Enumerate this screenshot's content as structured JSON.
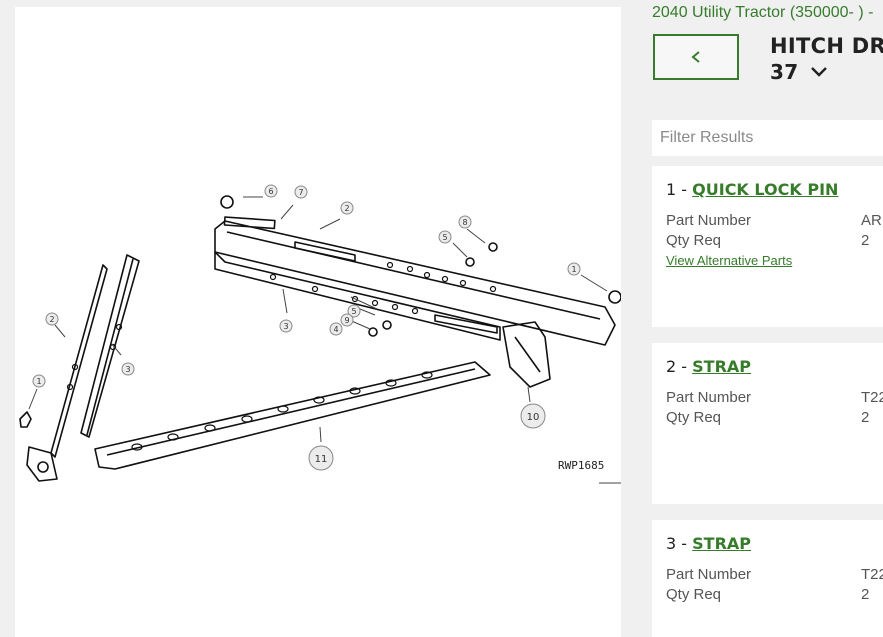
{
  "breadcrumb": "2040 Utility Tractor (350000- ) -",
  "header": {
    "title": "HITCH DRAW",
    "number": "37"
  },
  "filter": {
    "placeholder": "Filter Results"
  },
  "diagram": {
    "figure_id": "RWP1685",
    "callouts": [
      "1",
      "2",
      "3",
      "4",
      "5",
      "6",
      "7",
      "8",
      "9",
      "10",
      "11"
    ]
  },
  "parts": [
    {
      "index": "1",
      "name": "QUICK LOCK PIN",
      "part_number_label": "Part Number",
      "part_number": "AR",
      "qty_label": "Qty Req",
      "qty": "2",
      "alt_link": "View Alternative Parts"
    },
    {
      "index": "2",
      "name": "STRAP",
      "part_number_label": "Part Number",
      "part_number": "T22",
      "qty_label": "Qty Req",
      "qty": "2"
    },
    {
      "index": "3",
      "name": "STRAP",
      "part_number_label": "Part Number",
      "part_number": "T22",
      "qty_label": "Qty Req",
      "qty": "2"
    }
  ],
  "colors": {
    "accent": "#367c2b",
    "background": "#f0f0f0",
    "card": "#ffffff"
  }
}
